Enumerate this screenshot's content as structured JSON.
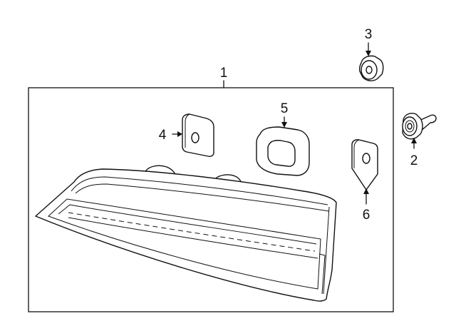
{
  "callouts": {
    "c1": "1",
    "c2": "2",
    "c3": "3",
    "c4": "4",
    "c5": "5",
    "c6": "6"
  },
  "colors": {
    "line": "#111111",
    "background": "#ffffff"
  }
}
